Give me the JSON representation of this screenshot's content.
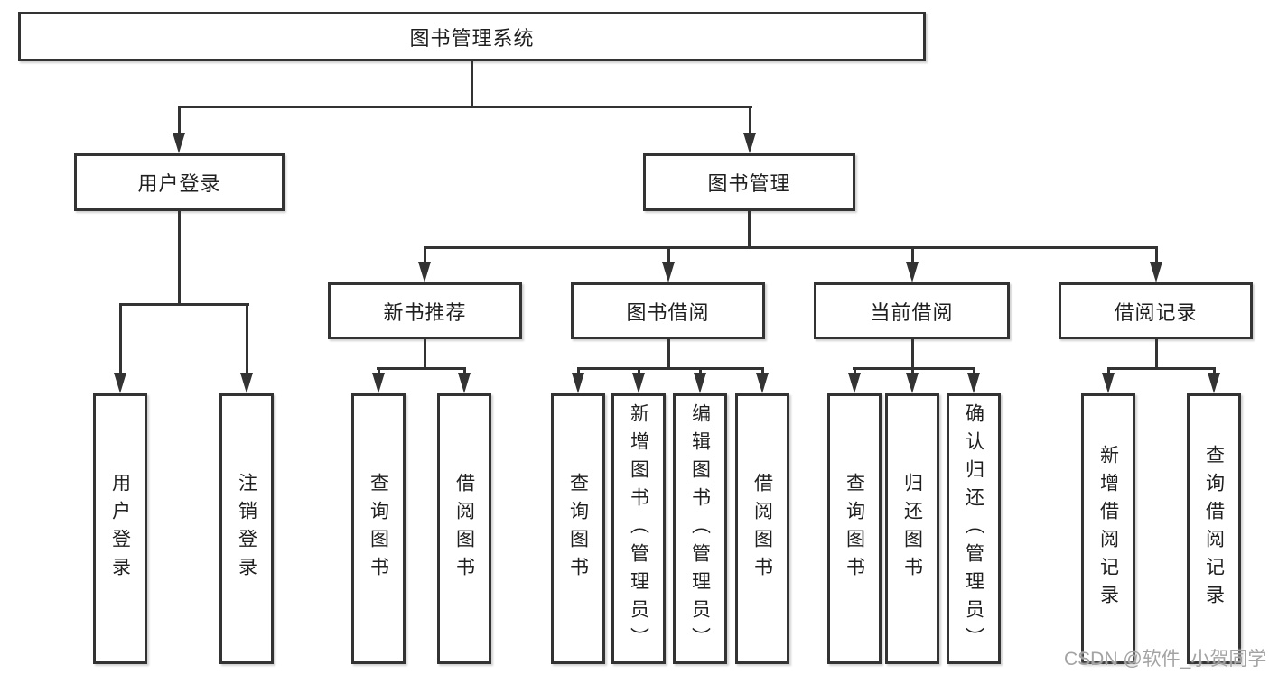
{
  "diagram": {
    "root": {
      "label": "图书管理系统"
    },
    "branches": [
      {
        "label": "用户登录",
        "children": [
          {
            "label": "用户登录"
          },
          {
            "label": "注销登录"
          }
        ]
      },
      {
        "label": "图书管理",
        "children": [
          {
            "label": "新书推荐",
            "children": [
              {
                "label": "查询图书"
              },
              {
                "label": "借阅图书"
              }
            ]
          },
          {
            "label": "图书借阅",
            "children": [
              {
                "label": "查询图书"
              },
              {
                "label": "新增图书（管理员）"
              },
              {
                "label": "编辑图书（管理员）"
              },
              {
                "label": "借阅图书"
              }
            ]
          },
          {
            "label": "当前借阅",
            "children": [
              {
                "label": "查询图书"
              },
              {
                "label": "归还图书"
              },
              {
                "label": "确认归还（管理员）"
              }
            ]
          },
          {
            "label": "借阅记录",
            "children": [
              {
                "label": "新增借阅记录"
              },
              {
                "label": "查询借阅记录"
              }
            ]
          }
        ]
      }
    ]
  },
  "watermark": {
    "text": "CSDN @软件_小贺同学"
  },
  "colors": {
    "line": "#333333",
    "box_border": "#333333",
    "box_fill": "#ffffff",
    "text": "#1f1f1f",
    "watermark_text": "#a3a3a3",
    "background": "#ffffff"
  }
}
